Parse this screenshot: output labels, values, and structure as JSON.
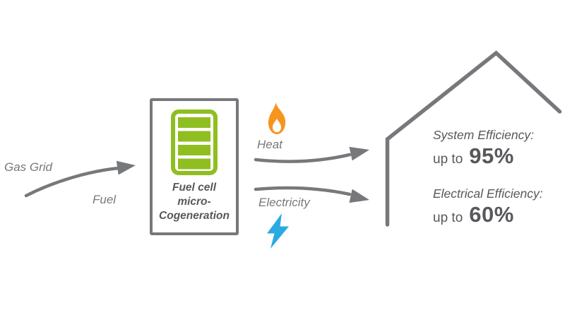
{
  "colors": {
    "gray": "#77787b",
    "dark": "#57585b",
    "green": "#8fbe21",
    "orange": "#f7941d",
    "blue": "#29abe2"
  },
  "left": {
    "gas_grid": "Gas Grid",
    "fuel": "Fuel"
  },
  "unit": {
    "icon": "battery-icon",
    "lines": [
      "Fuel cell",
      "micro-",
      "Cogeneration"
    ]
  },
  "outputs": {
    "heat": "Heat",
    "heat_icon": "flame-icon",
    "electricity": "Electricity",
    "electricity_icon": "lightning-bolt-icon"
  },
  "house": {
    "icon": "house-outline",
    "system": {
      "label": "System Efficiency:",
      "prefix": "up to",
      "value": "95%"
    },
    "electrical": {
      "label": "Electrical Efficiency:",
      "prefix": "up to",
      "value": "60%"
    }
  }
}
